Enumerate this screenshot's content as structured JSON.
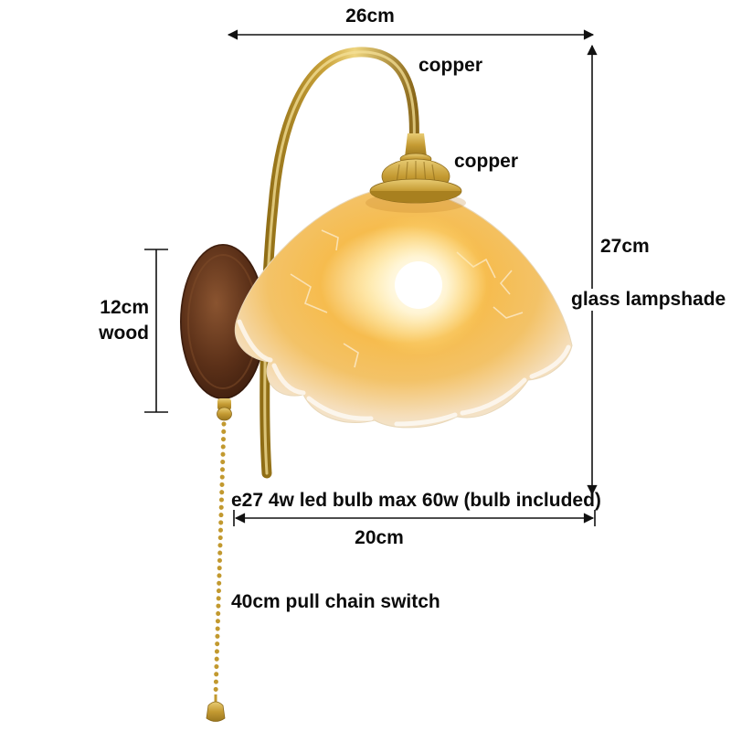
{
  "image": {
    "subject": "wall lamp product dimension diagram: copper gooseneck arm, ruffled glass lampshade, round wood wall mount, beaded pull chain"
  },
  "annotations": {
    "top_width": "26cm",
    "arm_material": "copper",
    "holder_material": "copper",
    "shade_height": "27cm",
    "shade_material": "glass lampshade",
    "mount_height": "12cm",
    "mount_material": "wood",
    "bulb_spec": "e27 4w led bulb max 60w (bulb included)",
    "bottom_width": "20cm",
    "chain_spec": "40cm pull chain switch"
  },
  "colors": {
    "background": "#ffffff",
    "annotation_text": "#0b0b0b",
    "dimension_line": "#111111",
    "brass": "#c9a23a",
    "brass_dark": "#8a681a",
    "brass_highlight": "#f4e098",
    "wood_dark": "#371a0c",
    "wood_mid": "#5b3018",
    "shade_glow": "#f6bc4e",
    "shade_edge": "#f2e9da",
    "bulb": "#ffffff"
  }
}
